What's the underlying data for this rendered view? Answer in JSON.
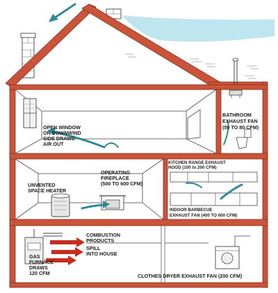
{
  "labels": {
    "open_window": [
      "OPEN WINDOW",
      "ON DOWNWIND",
      "SIDE DRAWS",
      "AIR OUT"
    ],
    "bathroom_fan": [
      "BATHROOM",
      "EXHAUST FAN",
      "(50 TO 80 CFM)"
    ],
    "fireplace": [
      "OPERATING",
      "FIREPLACE",
      "(500 TO 600 CFM)"
    ],
    "kitchen_range": [
      "KITCHEN RANGE EXHAUST",
      "HOOD (100 to 200 CFM)"
    ],
    "space_heater": [
      "UNVENTED",
      "SPACE HEATER"
    ],
    "barbecue_fan": [
      "INDOOR BARBECUE",
      "EXHAUST FAN (400 TO 600 CFM)"
    ],
    "combustion": [
      "COMBUSTION",
      "PRODUCTS"
    ],
    "spill": [
      "SPILL",
      "INTO HOUSE"
    ],
    "furnace": [
      "GAS",
      "FURNACE",
      "DRAWS",
      "120 CFM"
    ],
    "dryer_fan": [
      "CLOTHES DRYER EXHAUST FAN (200 CFM)"
    ]
  },
  "colors": {
    "wall": "#c9543a",
    "air_flow": "#2e8b96",
    "sky": "#bfe6ee",
    "combustion_arrow": "#c72d1e"
  }
}
